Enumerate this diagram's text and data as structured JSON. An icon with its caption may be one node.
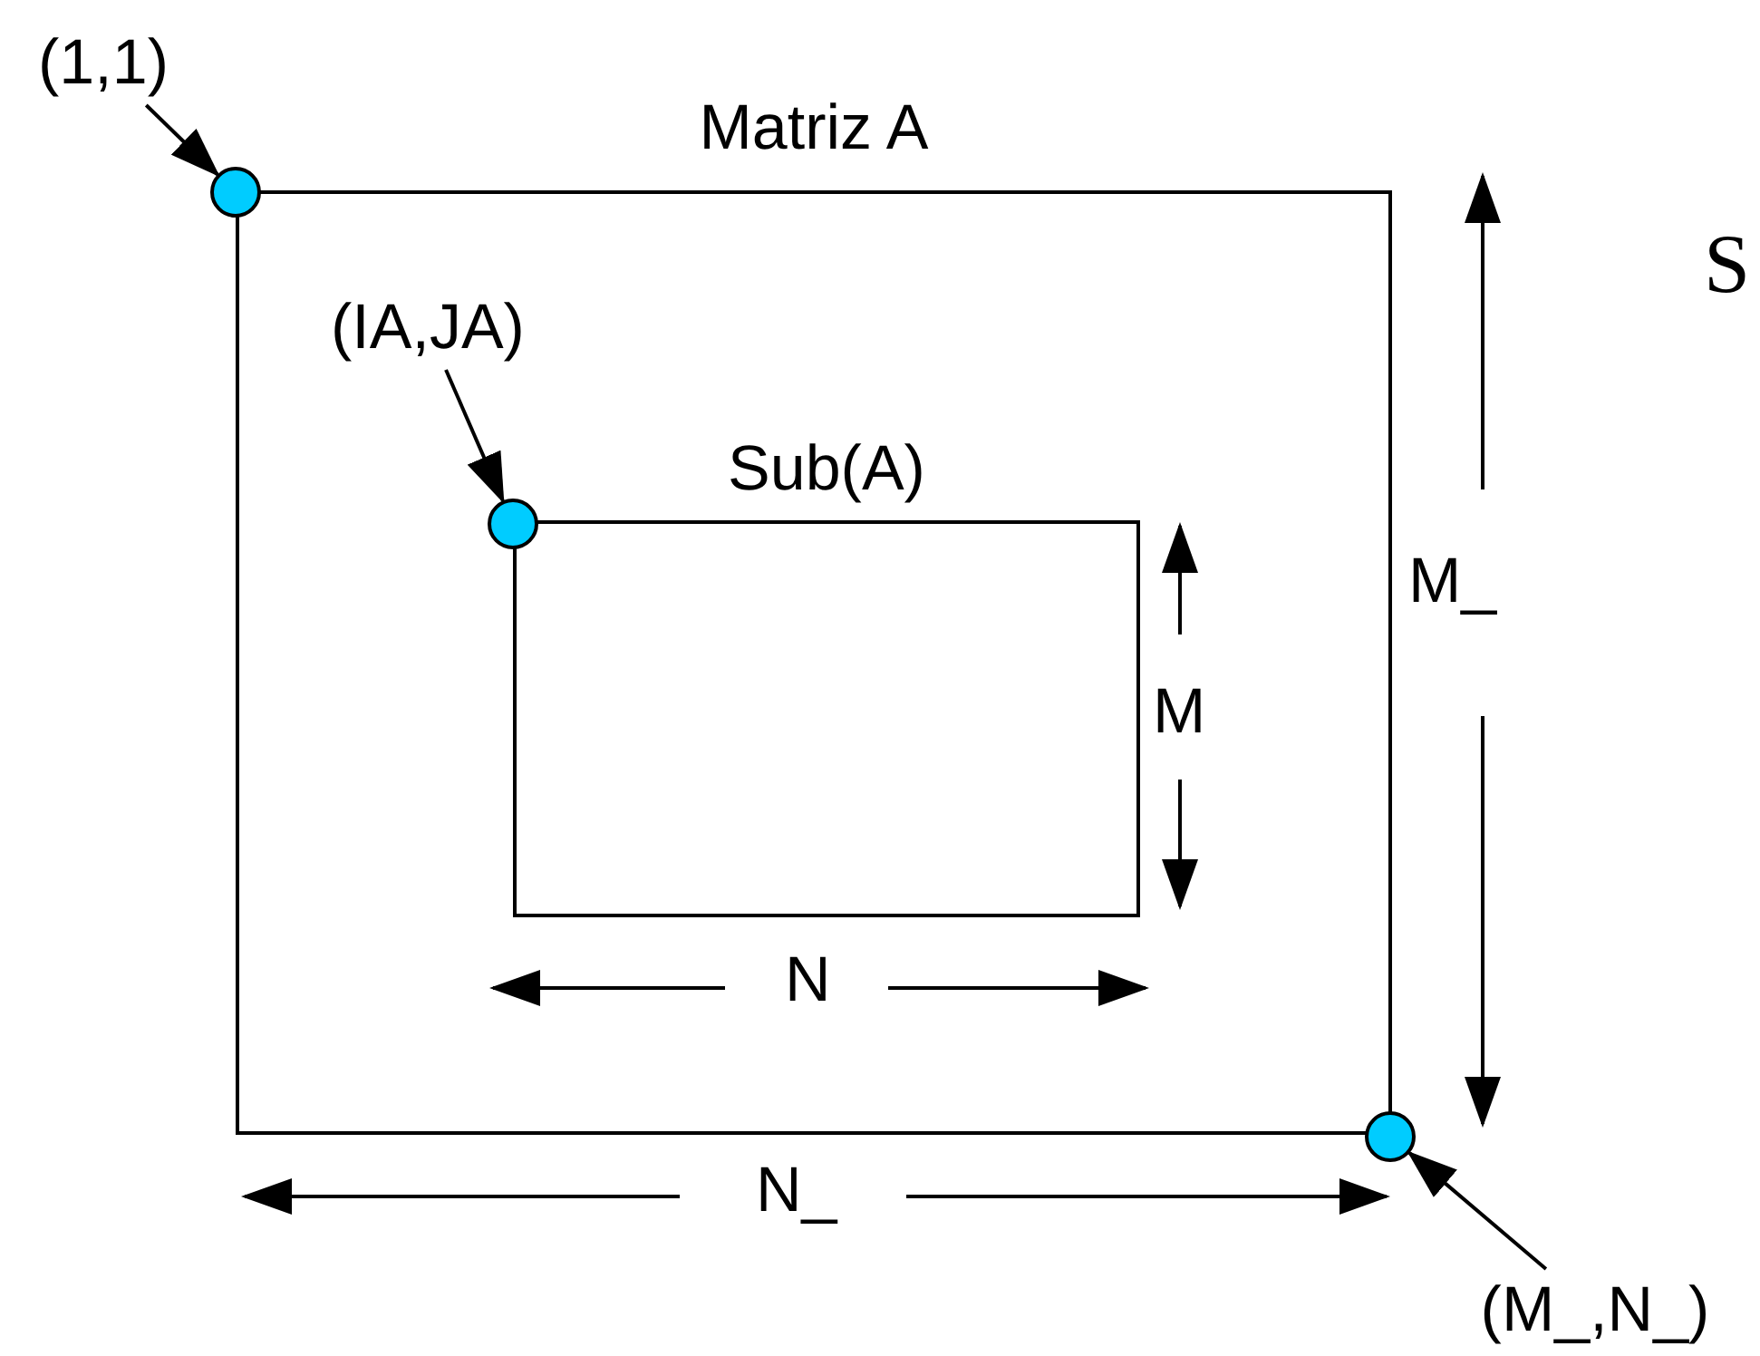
{
  "diagram": {
    "nodes": [
      {
        "text": [
          "Matriz A"
        ]
      },
      {
        "text": [
          "Sub(A)"
        ],
        "in": 0
      },
      {
        "text": [],
        "shape": "circle"
      },
      {
        "text": [],
        "shape": "circle",
        "in": 0
      },
      {
        "text": [],
        "shape": "circle"
      },
      {
        "text": [
          "(1,1)"
        ]
      },
      {
        "text": [
          "(IA,JA)"
        ],
        "in": 0
      },
      {
        "text": [
          "(M_,N_)"
        ]
      }
    ],
    "edges": [
      {
        "from": 5,
        "to": 2,
        "arrow": "to"
      },
      {
        "from": 6,
        "to": 3,
        "arrow": "to"
      },
      {
        "from": 7,
        "to": 4,
        "arrow": "to"
      }
    ],
    "labels": [
      "S",
      "M_",
      "M",
      "N",
      "N_"
    ]
  }
}
